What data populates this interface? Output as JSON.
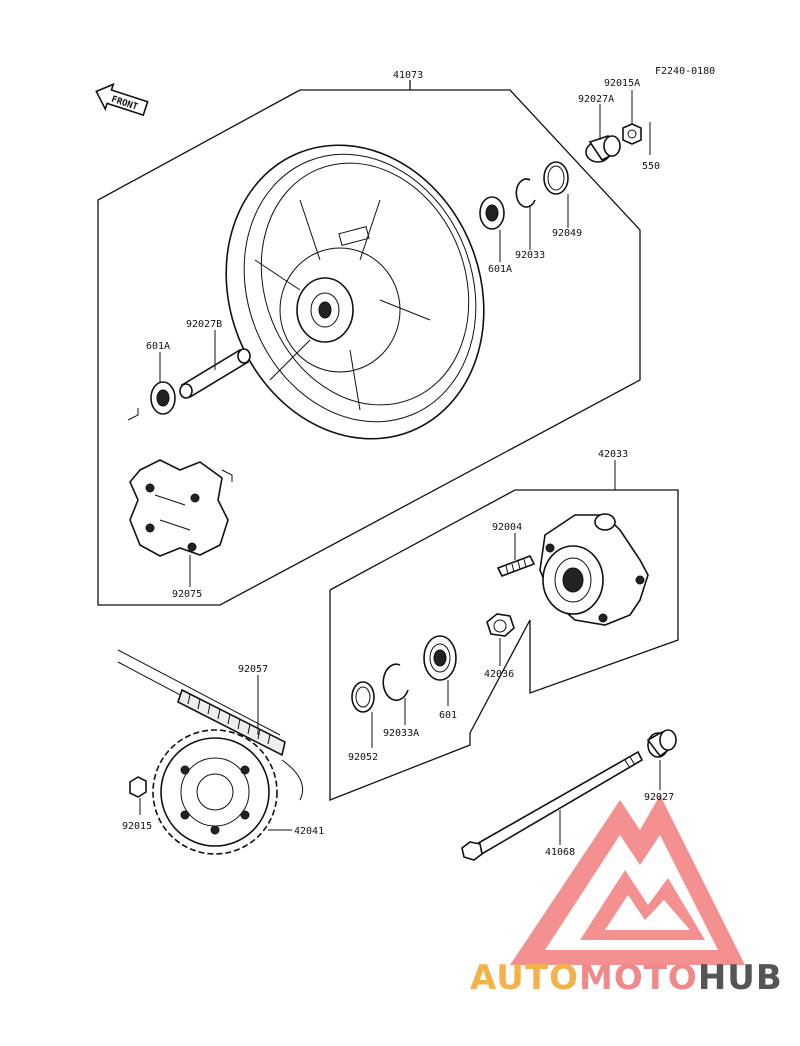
{
  "diagram": {
    "ref_code": "F2240-0180",
    "front_label": "FRONT",
    "part_numbers": {
      "p41073": "41073",
      "p92015A": "92015A",
      "p92027A": "92027A",
      "p550": "550",
      "p92049": "92049",
      "p92033": "92033",
      "p601A_right": "601A",
      "p92027B": "92027B",
      "p601A_left": "601A",
      "p92075": "92075",
      "p42033": "42033",
      "p92004": "92004",
      "p42036": "42036",
      "p601": "601",
      "p92033A": "92033A",
      "p92052": "92052",
      "p92057": "92057",
      "p92015": "92015",
      "p42041": "42041",
      "p92027": "92027",
      "p41068": "41068"
    }
  },
  "watermark": {
    "part1": "AUTO",
    "part2": "MOTO",
    "part3": "HUB",
    "colors": {
      "part1": "#f5b24a",
      "part2": "#f08a8a",
      "part3": "#555555",
      "logo": "#f26b6b"
    }
  }
}
